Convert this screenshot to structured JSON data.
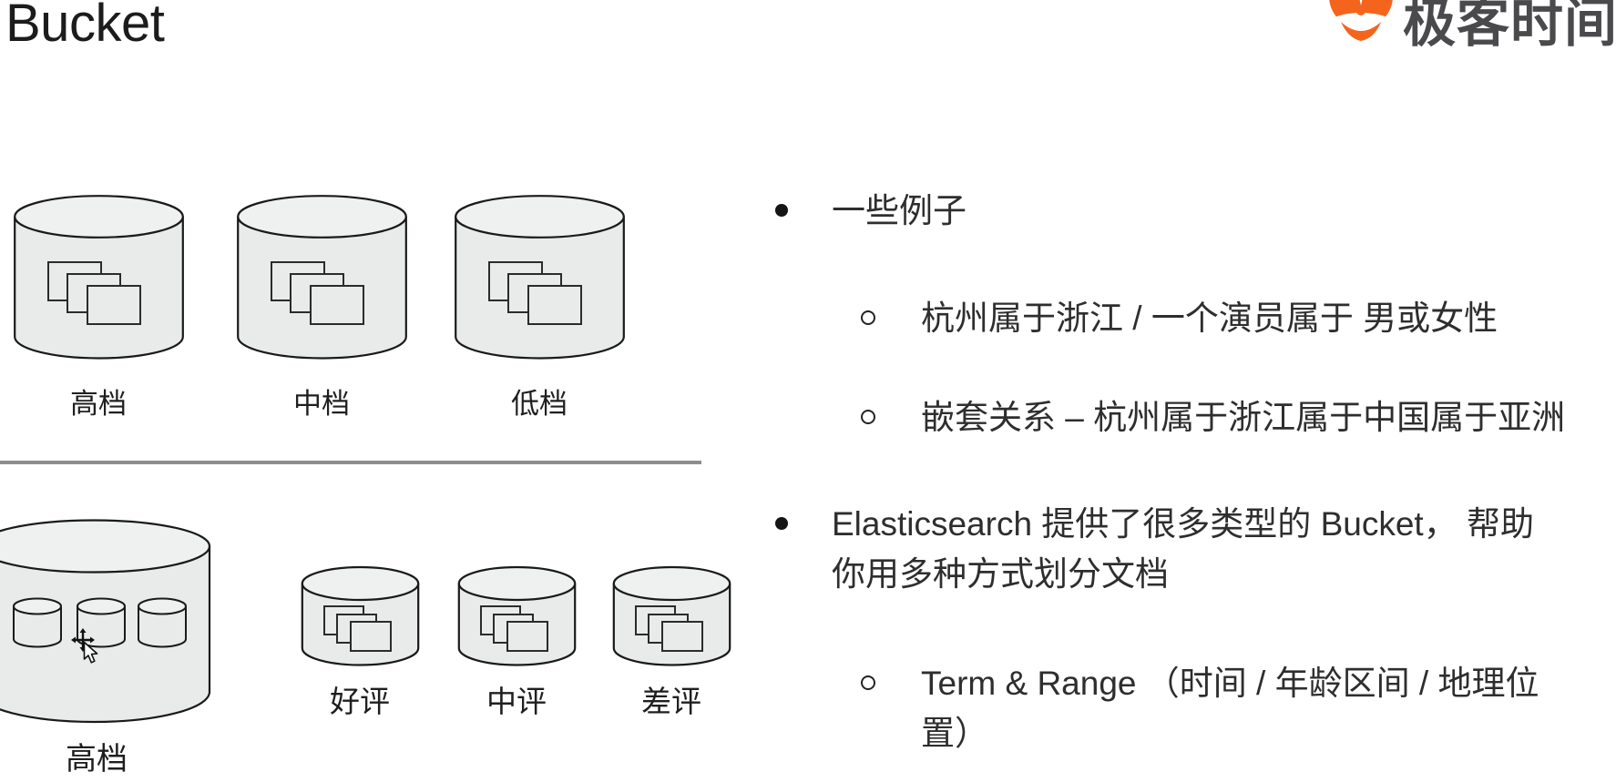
{
  "page": {
    "title": "Bucket"
  },
  "logo": {
    "text": "极客时间",
    "brand_color": "#f5641d",
    "text_color": "#4a4a4d"
  },
  "bullets": {
    "items": [
      {
        "level": 1,
        "text": "一些例子"
      },
      {
        "level": 2,
        "text": "杭州属于浙江 / 一个演员属于 男或女性"
      },
      {
        "level": 2,
        "text": "嵌套关系 – 杭州属于浙江属于中国属于亚洲"
      },
      {
        "level": 1,
        "text": "Elasticsearch 提供了很多类型的 Bucket， 帮助你用多种方式划分文档"
      },
      {
        "level": 2,
        "text": "Term & Range （时间 / 年龄区间 / 地理位置）"
      }
    ]
  },
  "diagram": {
    "top_buckets": [
      {
        "label": "高档"
      },
      {
        "label": "中档"
      },
      {
        "label": "低档"
      }
    ],
    "big_bucket": {
      "label": "高档"
    },
    "bottom_buckets": [
      {
        "label": "好评"
      },
      {
        "label": "中评"
      },
      {
        "label": "差评"
      }
    ],
    "cylinder_fill": "#e8ebea",
    "outline_color": "#1a1a1a",
    "divider_color": "#8d8d8d"
  }
}
